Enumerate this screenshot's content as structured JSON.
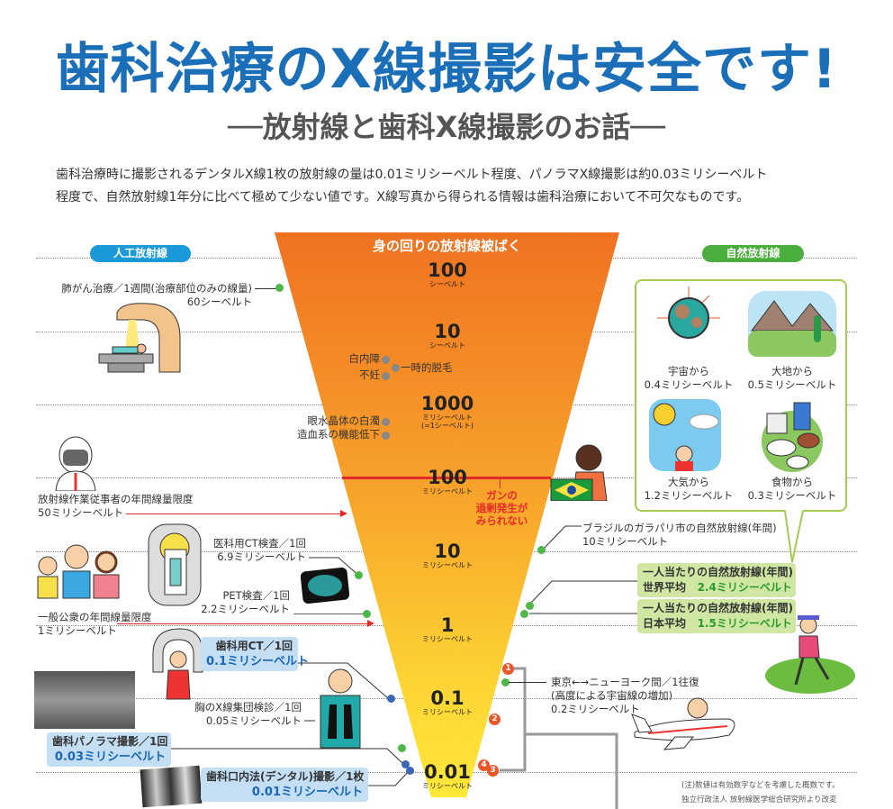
{
  "header": {
    "title": "歯科治療のX線撮影は安全です!",
    "subtitle": "──放射線と歯科X線撮影のお話──"
  },
  "intro": {
    "line1": "歯科治療時に撮影されるデンタルX線1枚の放射線の量は0.01ミリシーベルト程度、パノラマX線撮影は約0.03ミリシーベルト",
    "line2": "程度で、自然放射線1年分に比べて極めて少ない値です。X線写真から得られる情報は歯科治療において不可欠なものです。"
  },
  "colors": {
    "title": "#1a6fb8",
    "artificial": "#1a9ad8",
    "natural": "#4aae3c",
    "funnel_top": "#f07222",
    "funnel_bottom": "#ffe83a",
    "limit_line": "#e62a2a"
  },
  "funnel": {
    "title": "身の回りの放射線被ばく",
    "scale": [
      {
        "value": "100",
        "unit": "シーベルト"
      },
      {
        "value": "10",
        "unit": "シーベルト"
      },
      {
        "value": "1000",
        "unit": "ミリシーベルト",
        "note": "(=1シーベルト)"
      },
      {
        "value": "100",
        "unit": "ミリシーベルト"
      },
      {
        "value": "10",
        "unit": "ミリシーベルト"
      },
      {
        "value": "1",
        "unit": "ミリシーベルト"
      },
      {
        "value": "0.1",
        "unit": "ミリシーベルト"
      },
      {
        "value": "0.01",
        "unit": "ミリシーベルト"
      }
    ],
    "effects": [
      "白内障",
      "不妊",
      "一時的脱毛",
      "眼水晶体の白濁",
      "造血系の機能低下"
    ],
    "cancer_note": [
      "ガンの",
      "過剰発生が",
      "みられない"
    ]
  },
  "artificial": {
    "label": "人工放射線",
    "items": [
      {
        "name": "肺がん治療／1週間(治療部位のみの線量)",
        "value": "60シーベルト"
      },
      {
        "name": "放射線作業従事者の年間線量限度",
        "value": "50ミリシーベルト"
      },
      {
        "name": "医科用CT検査／1回",
        "value": "6.9ミリシーベルト"
      },
      {
        "name": "PET検査／1回",
        "value": "2.2ミリシーベルト"
      },
      {
        "name": "一般公衆の年間線量限度",
        "value": "1ミリシーベルト"
      },
      {
        "name": "歯科用CT／1回",
        "value": "0.1ミリシーベルト"
      },
      {
        "name": "胸のX線集団検診／1回",
        "value": "0.05ミリシーベルト"
      },
      {
        "name": "歯科パノラマ撮影／1回",
        "value": "0.03ミリシーベルト"
      },
      {
        "name": "歯科口内法(デンタル)撮影／1枚",
        "value": "0.01ミリシーベルト"
      }
    ]
  },
  "natural": {
    "label": "自然放射線",
    "sources": [
      {
        "name": "宇宙から",
        "value": "0.4ミリシーベルト"
      },
      {
        "name": "大地から",
        "value": "0.5ミリシーベルト"
      },
      {
        "name": "大気から",
        "value": "1.2ミリシーベルト"
      },
      {
        "name": "食物から",
        "value": "0.3ミリシーベルト"
      }
    ],
    "brazil": {
      "name": "ブラジルのガラパリ市の自然放射線(年間)",
      "value": "10ミリシーベルト"
    },
    "world": {
      "name": "一人当たりの自然放射線(年間)",
      "region": "世界平均",
      "value": "2.4ミリシーベルト"
    },
    "japan": {
      "name": "一人当たりの自然放射線(年間)",
      "region": "日本平均",
      "value": "1.5ミリシーベルト"
    },
    "flight": {
      "line1": "東京←→ニューヨーク間／1往復",
      "line2": "(高度による宇宙線の増加)",
      "value": "0.2ミリシーベルト"
    },
    "markers": [
      "1",
      "2",
      "3",
      "4"
    ]
  },
  "footer": {
    "note": "(注)数値は有効数字などを考慮した概数です。",
    "source": "独立行政法人 放射線医学総合研究所より改変"
  }
}
